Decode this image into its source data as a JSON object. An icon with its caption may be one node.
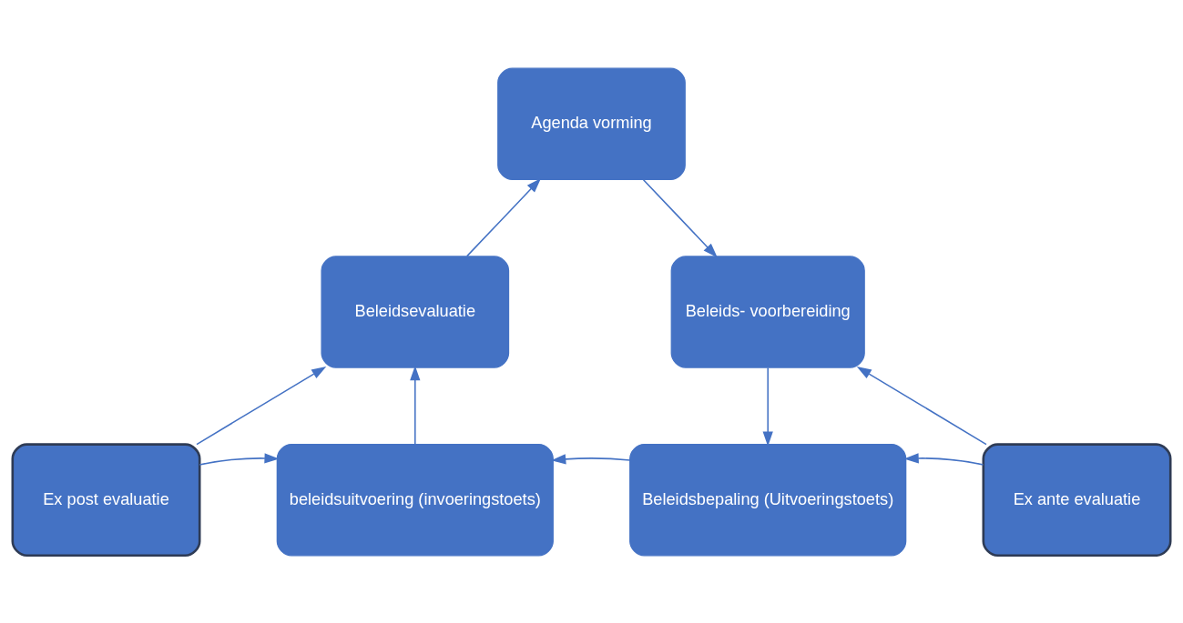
{
  "diagram": {
    "nodes": [
      {
        "text": [
          "Agenda vorming"
        ]
      },
      {
        "text": [
          "Beleidsevaluatie"
        ]
      },
      {
        "text": [
          "Beleids- voorbereiding"
        ]
      },
      {
        "text": [
          "Ex post evaluatie"
        ]
      },
      {
        "text": [
          "beleidsuitvoering (invoeringstoets)"
        ]
      },
      {
        "text": [
          "Beleidsbepaling (Uitvoeringstoets)"
        ]
      },
      {
        "text": [
          "Ex ante evaluatie"
        ]
      }
    ],
    "edges": [
      {
        "from": 1,
        "to": 0,
        "arrow": "to"
      },
      {
        "from": 0,
        "to": 2,
        "arrow": "to"
      },
      {
        "from": 2,
        "to": 5,
        "arrow": "to"
      },
      {
        "from": 5,
        "to": 4,
        "arrow": "to"
      },
      {
        "from": 4,
        "to": 1,
        "arrow": "to"
      },
      {
        "from": 3,
        "to": 4,
        "arrow": "to"
      },
      {
        "from": 3,
        "to": 1,
        "arrow": "to"
      },
      {
        "from": 6,
        "to": 5,
        "arrow": "to"
      },
      {
        "from": 6,
        "to": 2,
        "arrow": "to"
      }
    ]
  }
}
